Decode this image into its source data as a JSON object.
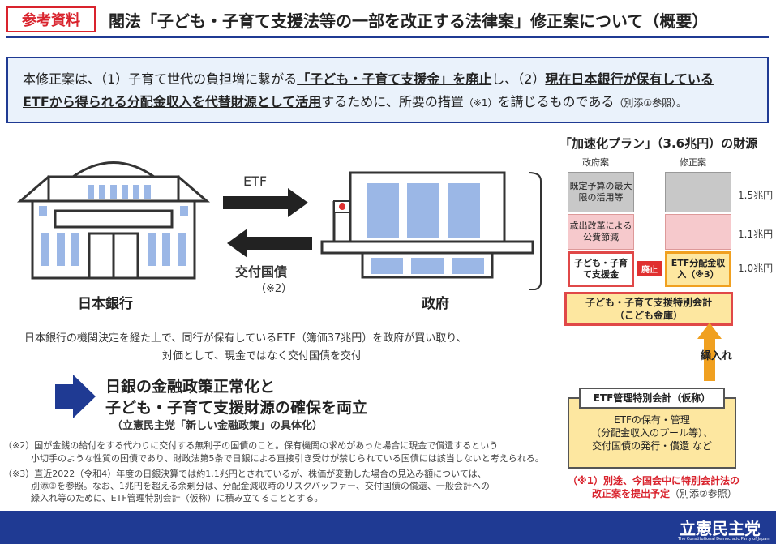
{
  "header": {
    "label": "参考資料",
    "title": "閣法「子ども・子育て支援法等の一部を改正する法律案」修正案について（概要）"
  },
  "intro": {
    "line1_pre": "本修正案は、（1）子育て世代の負担増に繋がる",
    "line1_u1": "「子ども・子育て支援金」を廃止",
    "line1_mid": "し、（2）",
    "line1_u2": "現在日本銀行が保有している",
    "line2_u": "ETFから得られる分配金収入を代替財源として活用",
    "line2_post": "するために、所要の措置",
    "line2_note": "（※1）",
    "line2_end": "を講じるものである",
    "line2_ref": "（別添①参照）。"
  },
  "diagram_left": {
    "etf_label": "ETF",
    "kofu_label": "交付国債",
    "note2_label": "（※2）",
    "bank_name": "日本銀行",
    "gov_name": "政府",
    "desc_line1": "日本銀行の機関決定を経た上で、同行が保有しているETF（簿価37兆円）を政府が買い取り、",
    "desc_line2": "対価として、現金ではなく交付国債を交付"
  },
  "conclusion": {
    "line1": "日銀の金融政策正常化と",
    "line2": "子ども・子育て支援財源の確保を両立",
    "line3": "（立憲民主党「新しい金融政策」の具体化）"
  },
  "footnotes": {
    "fn2_a": "（※2）国が金銭の給付をする代わりに交付する無利子の国債のこと。保有機関の求めがあった場合に現金で償還するという",
    "fn2_b": "小切手のような性質の国債であり、財政法第5条で日銀による直接引き受けが禁じられている国債には該当しないと考えられる。",
    "fn3_a": "（※3）直近2022（令和4）年度の日銀決算では約1.1兆円とされているが、株価が変動した場合の見込み額については、",
    "fn3_b": "別添③を参照。なお、1兆円を超える余剰分は、分配金減収時のリスクバッファー、交付国債の償還、一般会計への",
    "fn3_c": "繰入れ等のために、ETF管理特別会計（仮称）に積み立てることとする。"
  },
  "diagram_right": {
    "title": "「加速化プラン」（3.6兆円）の財源",
    "col_gov": "政府案",
    "col_mod": "修正案",
    "gov_block1": "既定予算の最大限の活用等",
    "gov_block2": "歳出改革による公費節減",
    "gov_block3": "子ども・子育て支援金",
    "mod_block3": "ETF分配金収入（※3）",
    "haishi": "廃止",
    "amount_15": "1.5兆円",
    "amount_11": "1.1兆円",
    "amount_10": "1.0兆円",
    "kodomo_line1": "子ども・子育て支援特別会計",
    "kodomo_line2": "（こども金庫）",
    "kurire": "繰入れ",
    "etf_box_title": "ETF管理特別会計（仮称）",
    "etf_box_line1": "ETFの保有・管理",
    "etf_box_line2": "（分配金収入のプール等）、",
    "etf_box_line3": "交付国債の発行・償還 など",
    "note1_line1": "（※1）別途、今国会中に特別会計法の",
    "note1_line2": "改正案を提出予定",
    "note1_ref": "（別添②参照）"
  },
  "footer": {
    "logo": "立憲民主党",
    "sub": "The Constitutional Democratic Party of Japan"
  },
  "colors": {
    "brand_blue": "#1f3a93",
    "red": "#d9232d",
    "pink": "#f6c9cc",
    "yellow": "#fde7a0",
    "orange": "#f0a020"
  }
}
